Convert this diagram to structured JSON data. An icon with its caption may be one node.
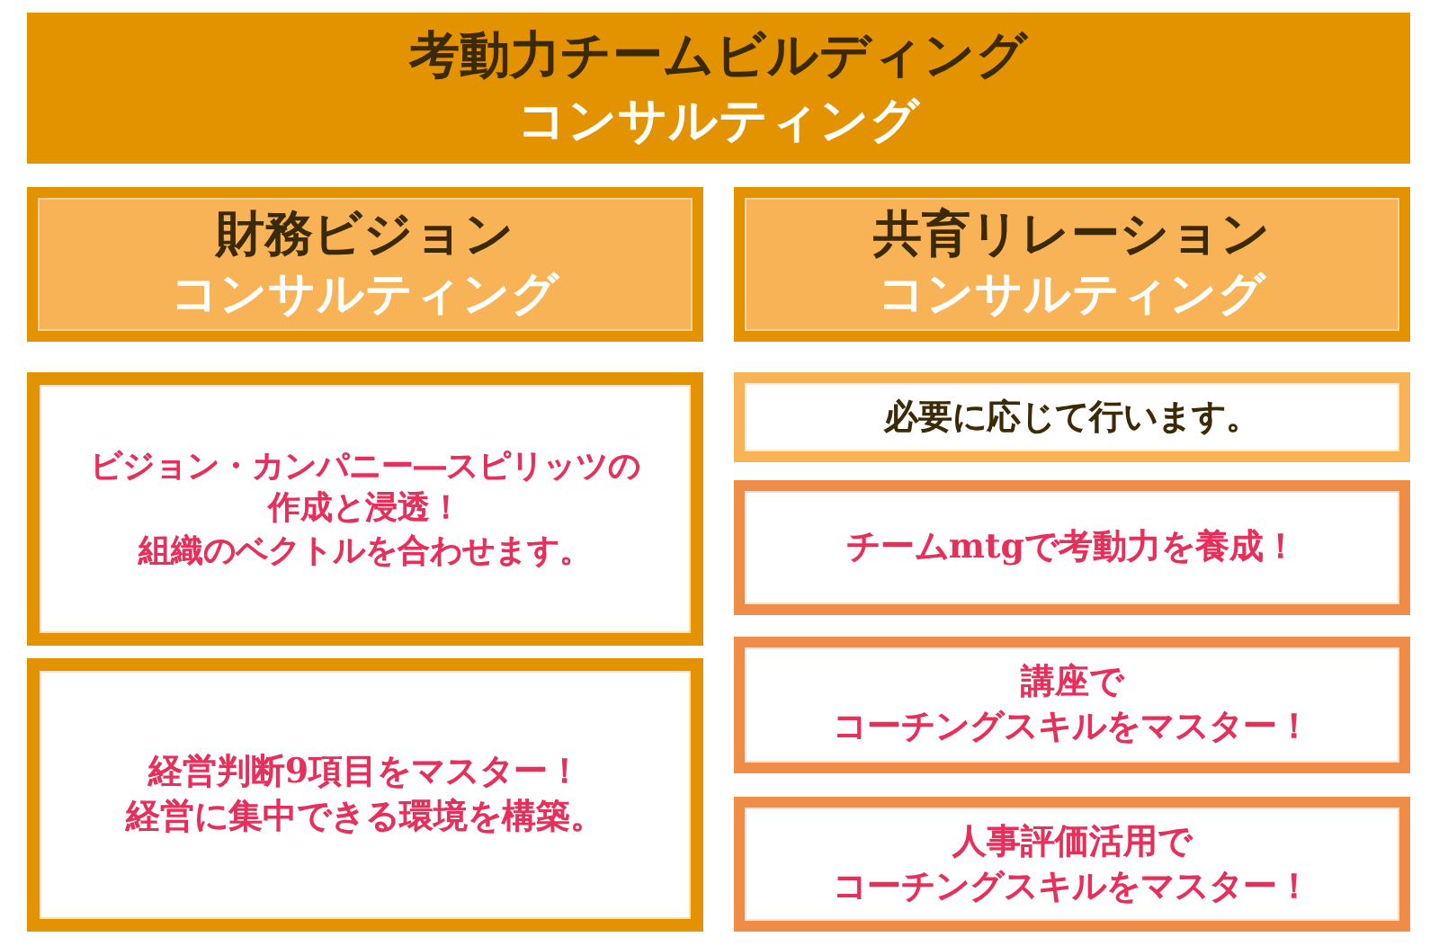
{
  "diagram": {
    "nodes": [
      {
        "text": [
          "考動力チームビルディング",
          "コンサルティング"
        ]
      },
      {
        "text": [
          "財務ビジョン",
          "コンサルティング"
        ]
      },
      {
        "text": [
          "共育リレーション",
          "コンサルティング"
        ]
      },
      {
        "text": [
          "ビジョン・カンパニー―スピリッツの作成と浸透！",
          "組織のベクトルを合わせます。"
        ]
      },
      {
        "text": [
          "経営判断9項目をマスター！",
          "経営に集中できる環境を構築。"
        ]
      },
      {
        "text": [
          "必要に応じて行います。"
        ]
      },
      {
        "text": [
          "チームmtgで考動力を養成！"
        ]
      },
      {
        "text": [
          "講座で",
          "コーチングスキルをマスター！"
        ]
      },
      {
        "text": [
          "人事評価活用で",
          "コーチングスキルをマスター！"
        ]
      }
    ],
    "edges": []
  }
}
